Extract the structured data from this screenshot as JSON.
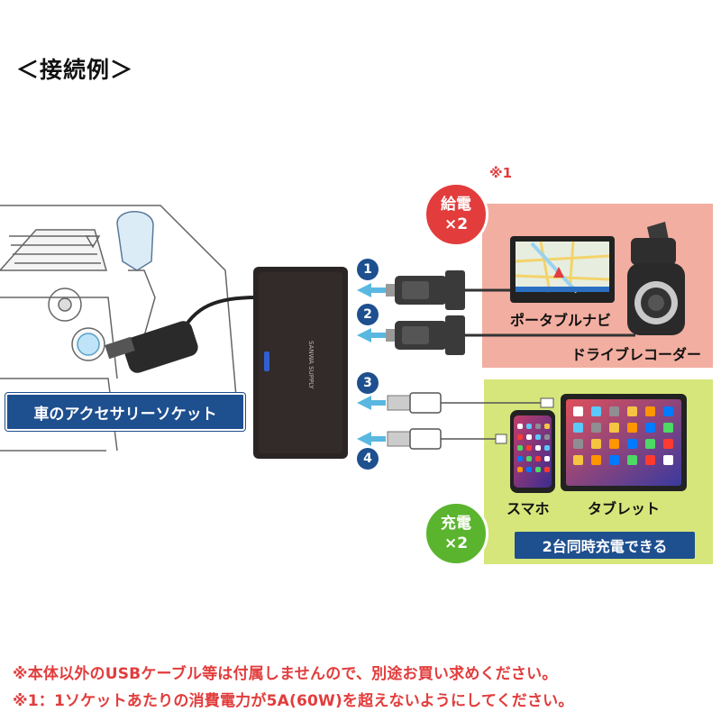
{
  "heading": "＜接続例＞",
  "socket_label": "車のアクセサリーソケット",
  "brand": "SANWA SUPPLY",
  "supply": {
    "badge_line1": "給電",
    "badge_line2": "×2",
    "asterisk": "※1",
    "navi_label": "ポータブルナビ",
    "recorder_label": "ドライブレコーダー"
  },
  "charge": {
    "badge_line1": "充電",
    "badge_line2": "×2",
    "phone_label": "スマホ",
    "tablet_label": "タブレット",
    "simultaneous": "2台同時充電できる"
  },
  "ports": [
    "1",
    "2",
    "3",
    "4"
  ],
  "notes": {
    "line1": "※本体以外のUSBケーブル等は付属しませんので、別途お買い求めください。",
    "line2": "※1：1ソケットあたりの消費電力が5A(60W)を超えないようにしてください。"
  },
  "colors": {
    "accent_blue": "#1e4f8f",
    "supply_red": "#e23c3c",
    "supply_panel": "#f2aea0",
    "charge_green": "#5bb42e",
    "charge_panel": "#d6e67a"
  }
}
